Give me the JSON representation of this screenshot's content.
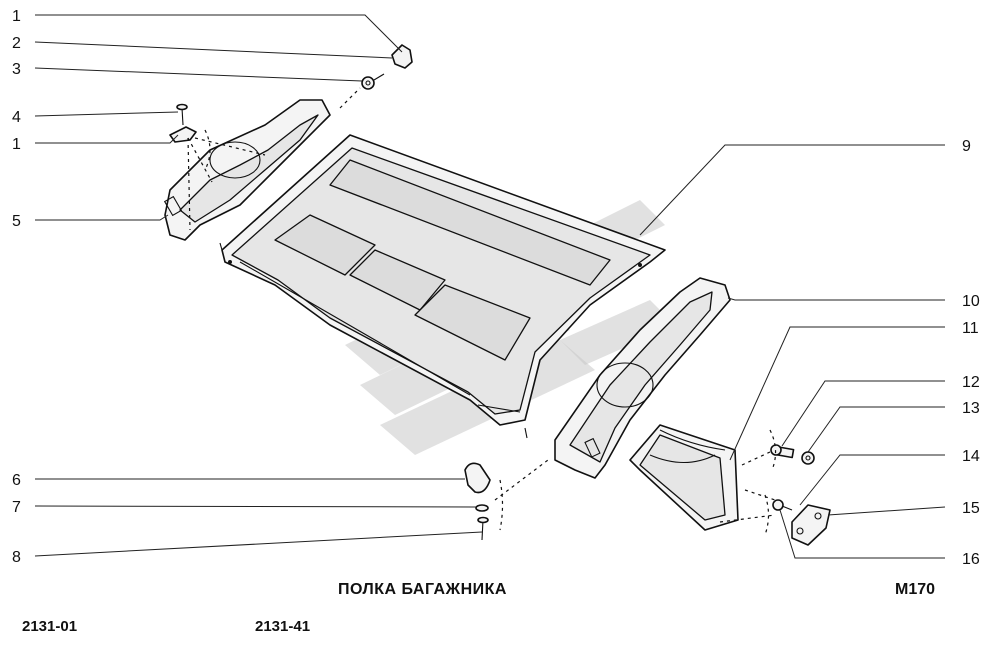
{
  "callouts": [
    {
      "id": "1",
      "label": "1"
    },
    {
      "id": "2",
      "label": "2"
    },
    {
      "id": "3",
      "label": "3"
    },
    {
      "id": "4",
      "label": "4"
    },
    {
      "id": "1b",
      "label": "1"
    },
    {
      "id": "5",
      "label": "5"
    },
    {
      "id": "6",
      "label": "6"
    },
    {
      "id": "7",
      "label": "7"
    },
    {
      "id": "8",
      "label": "8"
    },
    {
      "id": "9",
      "label": "9"
    },
    {
      "id": "10",
      "label": "10"
    },
    {
      "id": "11",
      "label": "11"
    },
    {
      "id": "12",
      "label": "12"
    },
    {
      "id": "13",
      "label": "13"
    },
    {
      "id": "14",
      "label": "14"
    },
    {
      "id": "15",
      "label": "15"
    },
    {
      "id": "16",
      "label": "16"
    }
  ],
  "caption": {
    "title": "ПОЛКА БАГАЖНИКА",
    "code": "М170",
    "variants": [
      "2131-01",
      "2131-41"
    ]
  }
}
